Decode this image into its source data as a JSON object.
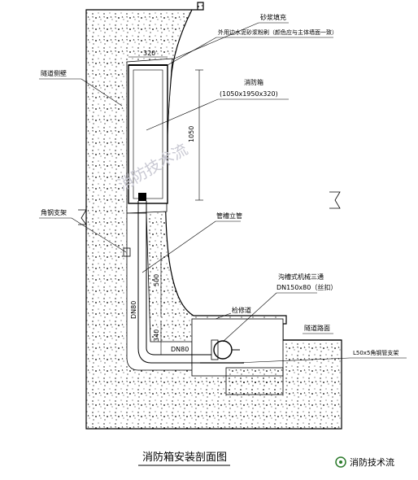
{
  "labels": {
    "mortar_fill": "砂浆填充",
    "mortar_finish": "外用边水泥砂浆粉刷（颜色应与主体墙面一致）",
    "tunnel_wall": "隧道侧壁",
    "cabinet_name": "消防箱",
    "cabinet_size": "(1050x1950x320)",
    "angle_bracket": "角钢支架",
    "pipe_riser": "管槽立管",
    "groove_tee": "沟槽式机械三通",
    "tee_spec": "DN150x80（丝扣）",
    "access_shaft": "检修道",
    "road_surface": "隧道路面",
    "pipe_support": "L50x5角钢管支架"
  },
  "dimensions": {
    "d320": "320",
    "d1050": "1050",
    "d500": "500",
    "d340": "340",
    "dn80_vertical": "DN80",
    "dn80_horizontal": "DN80"
  },
  "caption": "消防箱安装剖面图",
  "watermark": "消防技术流",
  "logo_text": "消防技术流"
}
